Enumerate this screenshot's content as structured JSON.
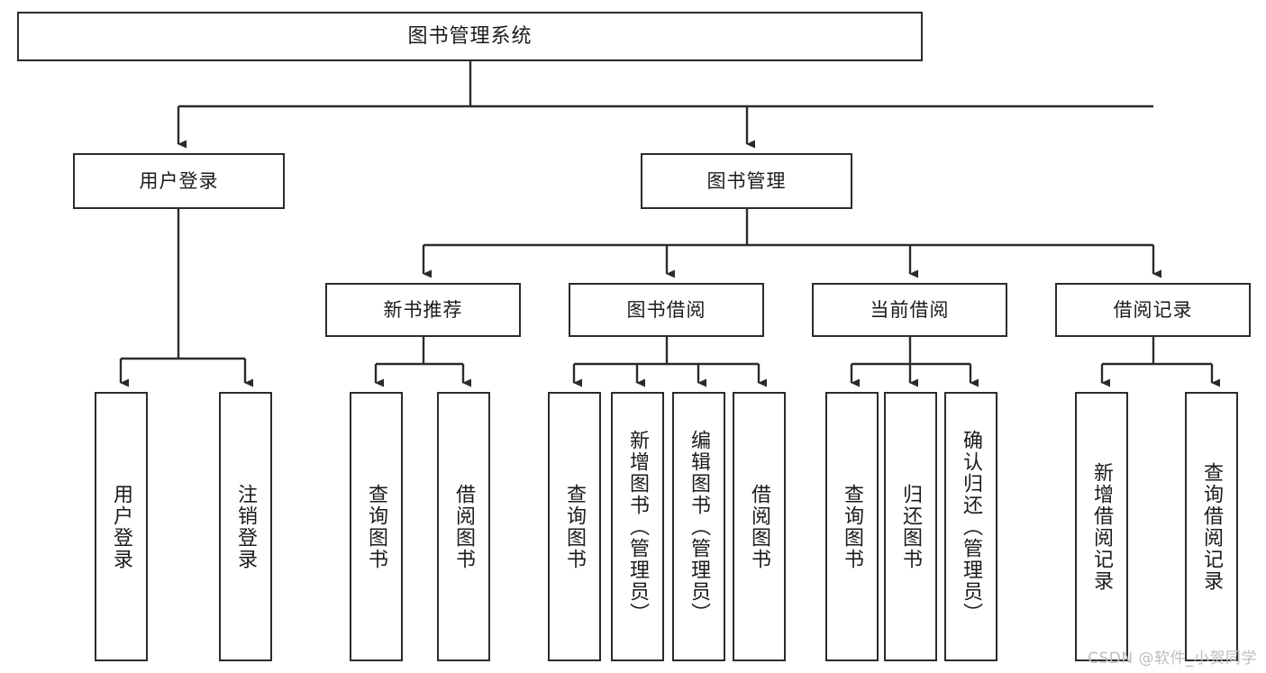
{
  "diagram": {
    "title": "图书管理系统",
    "type": "functional-decomposition-tree",
    "root": {
      "id": "root",
      "label": "图书管理系统"
    },
    "level1": [
      {
        "id": "user-login",
        "label": "用户登录"
      },
      {
        "id": "book-management",
        "label": "图书管理"
      }
    ],
    "level2": [
      {
        "id": "new-book-recommend",
        "label": "新书推荐",
        "parent": "book-management"
      },
      {
        "id": "book-borrow",
        "label": "图书借阅",
        "parent": "book-management"
      },
      {
        "id": "current-borrow",
        "label": "当前借阅",
        "parent": "book-management"
      },
      {
        "id": "borrow-record",
        "label": "借阅记录",
        "parent": "book-management"
      }
    ],
    "leaves": [
      {
        "id": "leaf-user-login",
        "label": "用户登录",
        "parent": "user-login"
      },
      {
        "id": "leaf-logout-login",
        "label": "注销登录",
        "parent": "user-login"
      },
      {
        "id": "leaf-query-book-1",
        "label": "查询图书",
        "parent": "new-book-recommend"
      },
      {
        "id": "leaf-borrow-book-1",
        "label": "借阅图书",
        "parent": "new-book-recommend"
      },
      {
        "id": "leaf-query-book-2",
        "label": "查询图书",
        "parent": "book-borrow"
      },
      {
        "id": "leaf-add-book-admin",
        "label": "新增图书（管理员）",
        "parent": "book-borrow"
      },
      {
        "id": "leaf-edit-book-admin",
        "label": "编辑图书（管理员）",
        "parent": "book-borrow"
      },
      {
        "id": "leaf-borrow-book-2",
        "label": "借阅图书",
        "parent": "book-borrow"
      },
      {
        "id": "leaf-query-book-3",
        "label": "查询图书",
        "parent": "current-borrow"
      },
      {
        "id": "leaf-return-book",
        "label": "归还图书",
        "parent": "current-borrow"
      },
      {
        "id": "leaf-confirm-return-admin",
        "label": "确认归还（管理员）",
        "parent": "current-borrow"
      },
      {
        "id": "leaf-add-borrow-record",
        "label": "新增借阅记录",
        "parent": "borrow-record"
      },
      {
        "id": "leaf-query-borrow-record",
        "label": "查询借阅记录",
        "parent": "borrow-record"
      }
    ],
    "watermark": "CSDN @软件_小贺同学",
    "colors": {
      "stroke": "#2b2b2b",
      "fill": "#ffffff",
      "text": "#1b1b1b",
      "watermark": "#bdbdbd"
    }
  }
}
